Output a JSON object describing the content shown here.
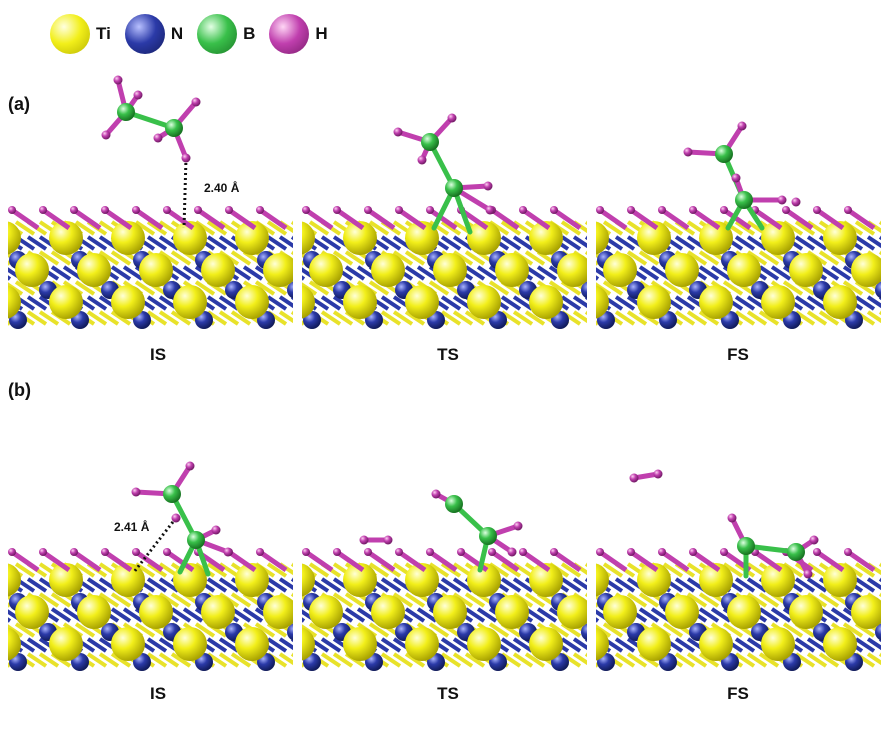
{
  "legend": [
    {
      "label": "Ti",
      "color": "#f2ef1a"
    },
    {
      "label": "N",
      "color": "#2b3aa8"
    },
    {
      "label": "B",
      "color": "#39c04a"
    },
    {
      "label": "H",
      "color": "#c03fae"
    }
  ],
  "panels": [
    {
      "label": "(a)",
      "states": [
        "IS",
        "TS",
        "FS"
      ],
      "distance": "2.40 Å"
    },
    {
      "label": "(b)",
      "states": [
        "IS",
        "TS",
        "FS"
      ],
      "distance": "2.41 Å"
    }
  ],
  "colors": {
    "ti": "#f2ef1a",
    "n": "#2b3aa8",
    "b": "#39c04a",
    "h": "#c03fae",
    "bond_ti": "#e8e22a"
  }
}
